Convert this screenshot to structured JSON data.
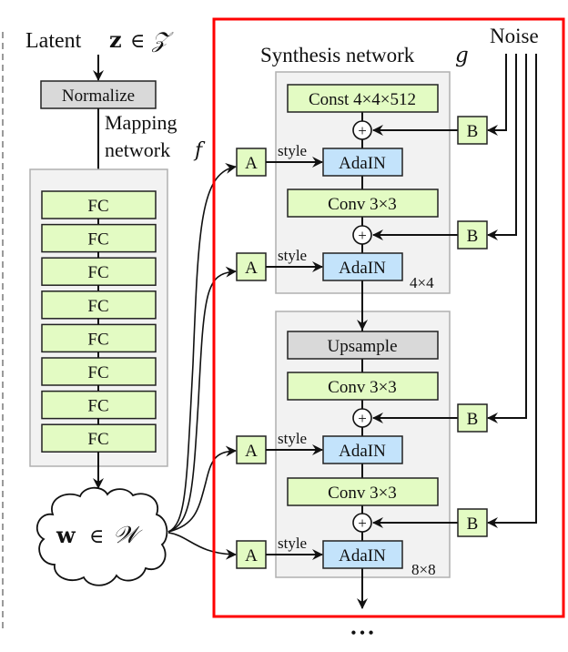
{
  "title": {
    "latent_label": "Latent",
    "latent_var": "z",
    "latent_in": "∈",
    "latent_space": "𝒵"
  },
  "mapping": {
    "normalize_label": "Normalize",
    "network_label_line1": "Mapping",
    "network_label_line2": "network",
    "network_symbol": "f",
    "fc_layers": [
      "FC",
      "FC",
      "FC",
      "FC",
      "FC",
      "FC",
      "FC",
      "FC"
    ],
    "output_var": "w",
    "output_in": "∈",
    "output_space": "𝒲"
  },
  "synthesis": {
    "title": "Synthesis network",
    "symbol": "g",
    "noise_label": "Noise",
    "style_label": "style",
    "affine_label": "A",
    "noise_scale_label": "B",
    "plus_symbol": "+",
    "continuation": "• • •",
    "blocks": [
      {
        "resolution": "4×4",
        "layers": [
          "Const 4×4×512",
          "AdaIN",
          "Conv 3×3",
          "AdaIN"
        ]
      },
      {
        "resolution": "8×8",
        "layers": [
          "Upsample",
          "Conv 3×3",
          "AdaIN",
          "Conv 3×3",
          "AdaIN"
        ]
      }
    ]
  },
  "colors": {
    "green_fill": "#e3fbc3",
    "blue_fill": "#c3e3fb",
    "gray_box": "#d9d9d9",
    "panel_fill": "#f2f2f2",
    "panel_stroke": "#b0b0b0",
    "highlight": "#ff0000"
  }
}
